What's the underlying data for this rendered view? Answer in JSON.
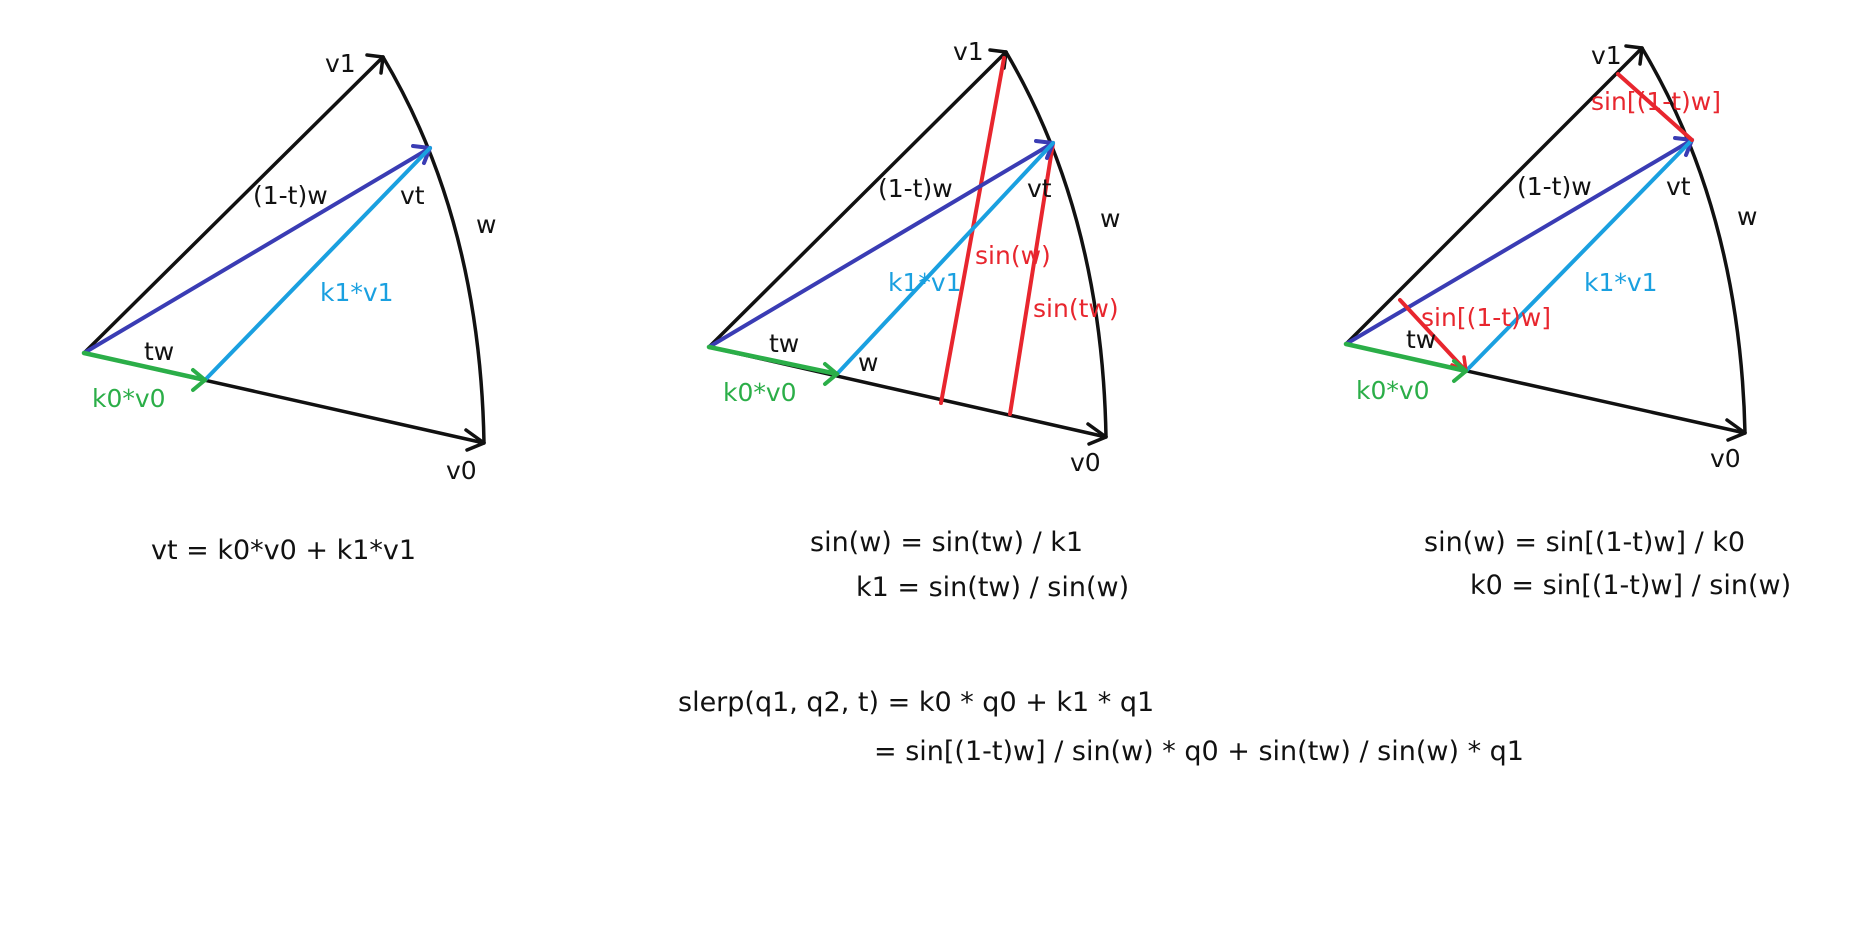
{
  "colors": {
    "black": "#111111",
    "blue": "#3a3cb4",
    "cyan": "#1aa0e0",
    "green": "#2bae48",
    "red": "#e8262e"
  },
  "panel1": {
    "v1": "v1",
    "v0": "v0",
    "vt": "vt",
    "w": "w",
    "one_minus_t_w": "(1-t)w",
    "tw": "tw",
    "k1v1": "k1*v1",
    "k0v0": "k0*v0"
  },
  "panel2": {
    "v1": "v1",
    "v0": "v0",
    "vt": "vt",
    "w_arc": "w",
    "w_small": "w",
    "one_minus_t_w": "(1-t)w",
    "tw": "tw",
    "k1v1": "k1*v1",
    "k0v0": "k0*v0",
    "sin_w": "sin(w)",
    "sin_tw": "sin(tw)"
  },
  "panel3": {
    "v1": "v1",
    "v0": "v0",
    "vt": "vt",
    "w": "w",
    "one_minus_t_w": "(1-t)w",
    "tw": "tw",
    "k1v1": "k1*v1",
    "k0v0": "k0*v0",
    "sin_top": "sin[(1-t)w]",
    "sin_bottom": "sin[(1-t)w]"
  },
  "equations": {
    "eq1": "vt = k0*v0 + k1*v1",
    "eq2a": "sin(w) = sin(tw) / k1",
    "eq2b": "k1 = sin(tw) / sin(w)",
    "eq3a": "sin(w) = sin[(1-t)w] / k0",
    "eq3b": "k0 = sin[(1-t)w] / sin(w)",
    "eq4a": "slerp(q1, q2, t) = k0 * q0 + k1 * q1",
    "eq4b": "= sin[(1-t)w] / sin(w) * q0 + sin(tw) / sin(w) * q1"
  }
}
